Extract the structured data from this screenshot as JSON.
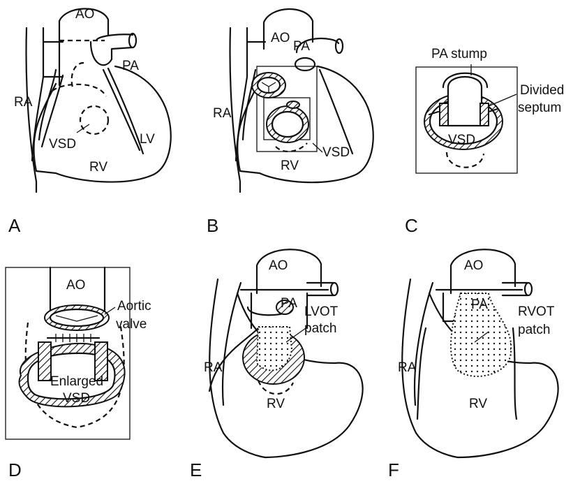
{
  "panels": {
    "A": {
      "letter": "A",
      "labels": {
        "ao": "AO",
        "pa": "PA",
        "ra": "RA",
        "vsd": "VSD",
        "lv": "LV",
        "rv": "RV"
      }
    },
    "B": {
      "letter": "B",
      "labels": {
        "ao": "AO",
        "pa": "PA",
        "ra": "RA",
        "vsd": "VSD",
        "rv": "RV"
      }
    },
    "C": {
      "letter": "C",
      "labels": {
        "pa_stump": "PA stump",
        "divided_1": "Divided",
        "divided_2": "septum",
        "vsd": "VSD"
      }
    },
    "D": {
      "letter": "D",
      "labels": {
        "ao": "AO",
        "aortic_1": "Aortic",
        "aortic_2": "valve",
        "enlarged": "Enlarged",
        "vsd": "VSD"
      }
    },
    "E": {
      "letter": "E",
      "labels": {
        "ao": "AO",
        "pa": "PA",
        "lvot_1": "LVOT",
        "lvot_2": "patch",
        "ra": "RA",
        "rv": "RV"
      }
    },
    "F": {
      "letter": "F",
      "labels": {
        "ao": "AO",
        "pa": "PA",
        "rvot_1": "RVOT",
        "rvot_2": "patch",
        "ra": "RA",
        "rv": "RV"
      }
    }
  }
}
